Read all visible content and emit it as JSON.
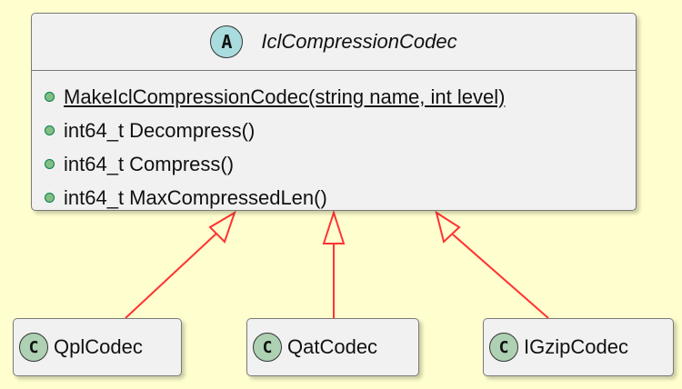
{
  "colors": {
    "background": "#fefece",
    "class_fill": "#f1f1f1",
    "border": "#7a7a7a",
    "abstract_badge": "#a9dcdf",
    "class_badge": "#add1b2",
    "inheritance_arrow": "#ff3333",
    "method_dot": "#84be84"
  },
  "abstract_class": {
    "stereotype_letter": "A",
    "name": "IclCompressionCodec",
    "members": [
      {
        "text": "MakeIclCompressionCodec(string name, int level)",
        "static": true
      },
      {
        "text": "int64_t Decompress()",
        "static": false
      },
      {
        "text": "int64_t Compress()",
        "static": false
      },
      {
        "text": "int64_t MaxCompressedLen()",
        "static": false
      }
    ]
  },
  "subclasses": [
    {
      "stereotype_letter": "C",
      "name": "QplCodec"
    },
    {
      "stereotype_letter": "C",
      "name": "QatCodec"
    },
    {
      "stereotype_letter": "C",
      "name": "IGzipCodec"
    }
  ]
}
